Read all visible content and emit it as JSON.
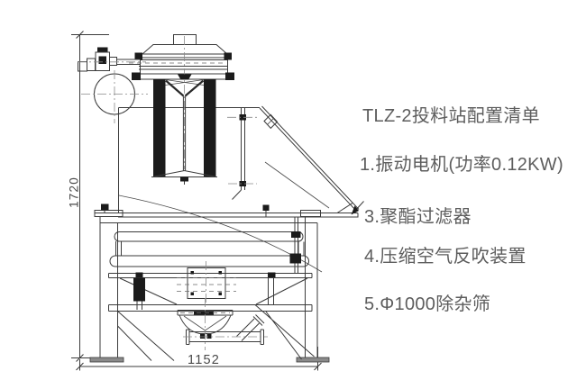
{
  "parts_list": {
    "title": "TLZ-2投料站配置清单",
    "items": [
      "1.振动电机(功率0.12KW)",
      "3.聚酯过滤器",
      "4.压缩空气反吹装置",
      "5.Φ1000除杂筛"
    ]
  },
  "dimensions": {
    "height_mm": "1720",
    "width_mm": "1152"
  },
  "colors": {
    "line": "#3b3b3b",
    "solid_fill": "#1b1b1b",
    "text": "#5d5d5d"
  }
}
